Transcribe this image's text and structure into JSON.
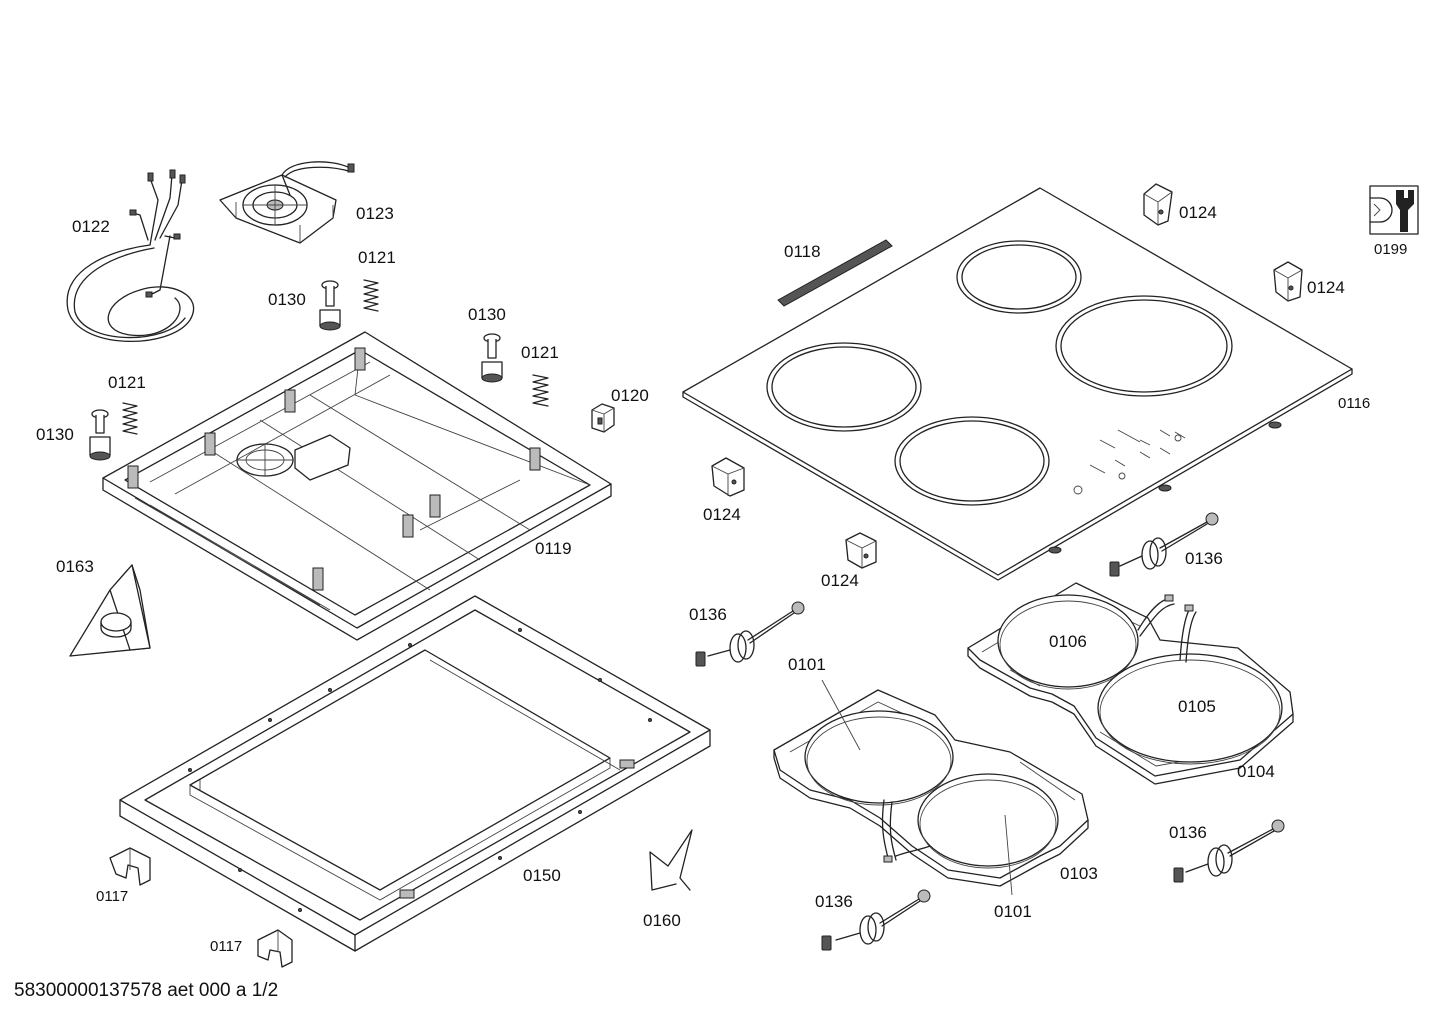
{
  "document_id": "58300000137578 aet 000 a 1/2",
  "labels": {
    "p0122": "0122",
    "p0123": "0123",
    "p0121a": "0121",
    "p0130a": "0130",
    "p0130b": "0130",
    "p0121b": "0121",
    "p0121c": "0121",
    "p0130c": "0130",
    "p0120": "0120",
    "p0119": "0119",
    "p0163": "0163",
    "p0150": "0150",
    "p0117a": "0117",
    "p0117b": "0117",
    "p0160": "0160",
    "p0118": "0118",
    "p0124a": "0124",
    "p0124b": "0124",
    "p0124c": "0124",
    "p0124d": "0124",
    "p0199": "0199",
    "p0116": "0116",
    "p0136a": "0136",
    "p0136b": "0136",
    "p0136c": "0136",
    "p0136d": "0136",
    "p0106": "0106",
    "p0105": "0105",
    "p0104": "0104",
    "p0101a": "0101",
    "p0101b": "0101",
    "p0103": "0103"
  },
  "icons": {
    "service": "wrench-icon"
  }
}
